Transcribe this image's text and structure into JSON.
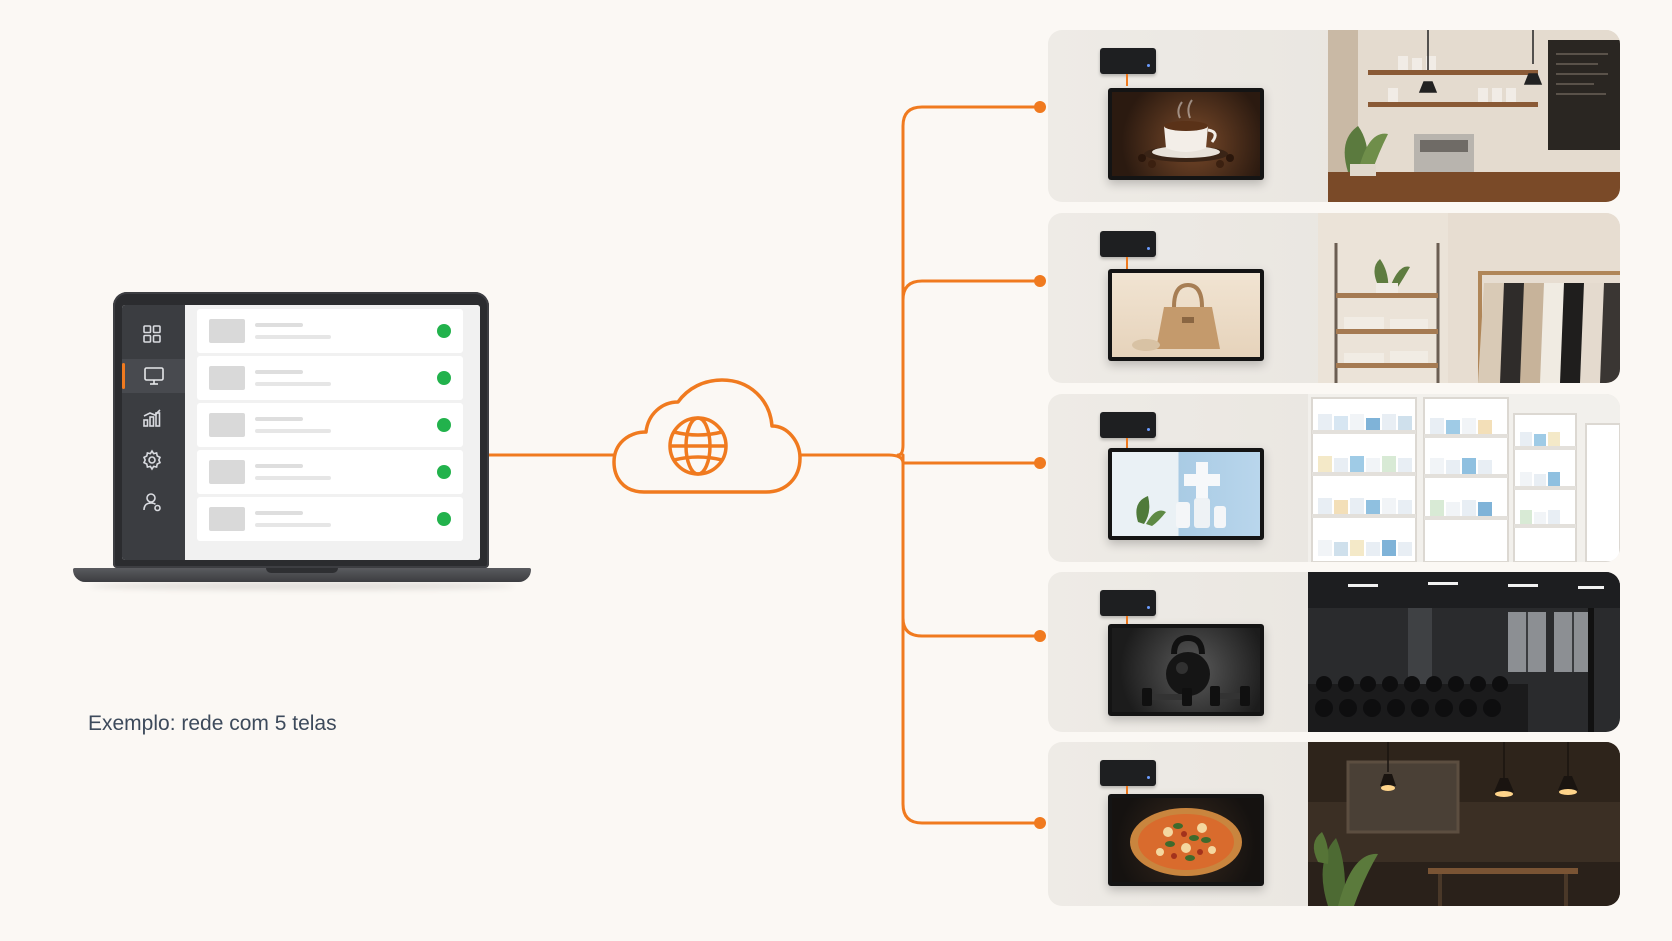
{
  "caption": "Exemplo: rede com 5 telas",
  "colors": {
    "accent": "#f07a1f",
    "status_online": "#22b24c",
    "background": "#fbf8f4"
  },
  "laptop": {
    "sidebar_icons": [
      "grid-icon",
      "monitor-icon",
      "analytics-icon",
      "settings-icon",
      "user-icon"
    ],
    "active_icon": "monitor-icon",
    "screens_listed": 5,
    "screen_status": [
      "online",
      "online",
      "online",
      "online",
      "online"
    ]
  },
  "cloud": {
    "icon": "globe-icon"
  },
  "locations": [
    {
      "name": "cafe",
      "tv_content": "coffee-cup",
      "scene": "coffee-shop-shelves"
    },
    {
      "name": "clothing-store",
      "tv_content": "handbag",
      "scene": "clothing-rack"
    },
    {
      "name": "pharmacy",
      "tv_content": "medicine-bottles",
      "scene": "pharmacy-shelves"
    },
    {
      "name": "gym",
      "tv_content": "kettlebell-dumbbell",
      "scene": "gym-dumbbell-rack"
    },
    {
      "name": "pizzeria",
      "tv_content": "pizza",
      "scene": "restaurant-dining-room"
    }
  ]
}
